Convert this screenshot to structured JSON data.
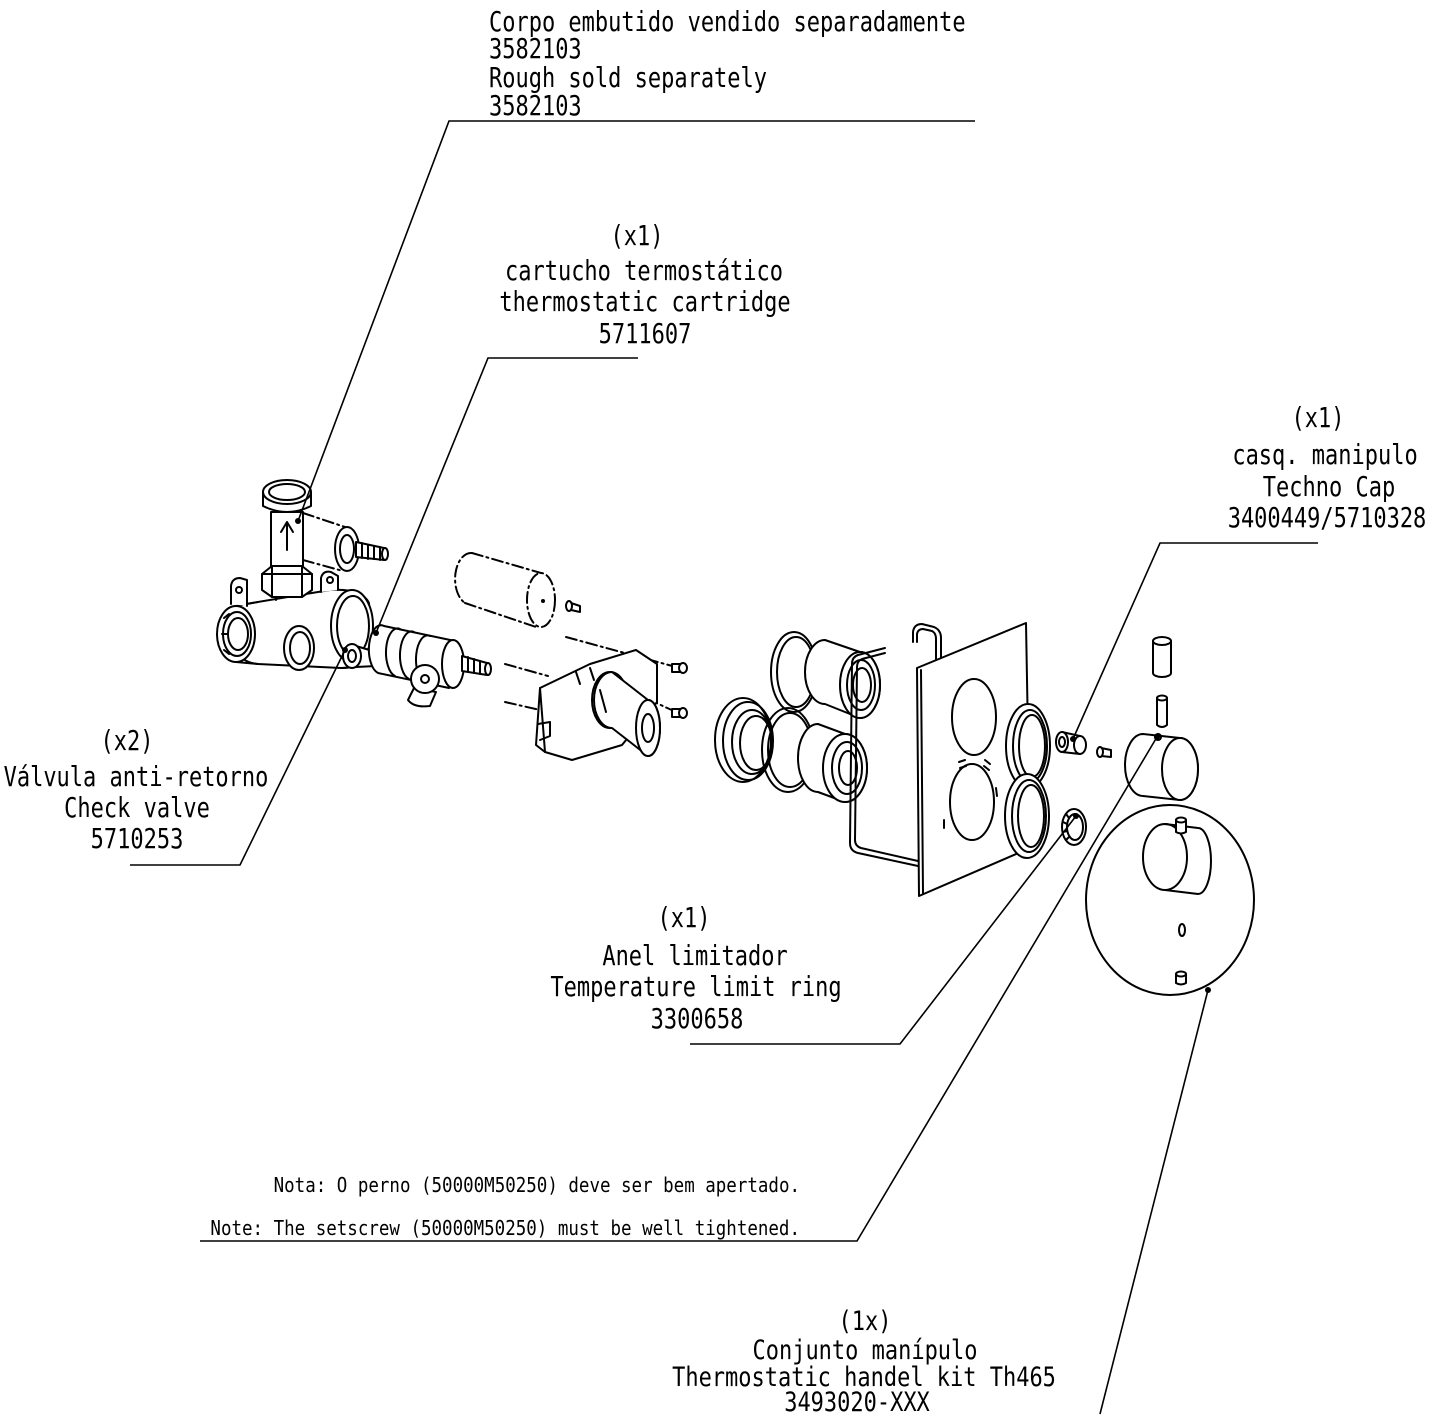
{
  "diagram": {
    "rough_body": {
      "label_pt": "Corpo embutido vendido separadamente",
      "code_1": "3582103",
      "label_en": "Rough sold separately",
      "code_2": "3582103"
    },
    "cartridge": {
      "qty": "(x1)",
      "label_pt": "cartucho termostático",
      "label_en": "thermostatic cartridge",
      "code": "5711607"
    },
    "cap": {
      "qty": "(x1)",
      "label_pt": "casq. manipulo",
      "label_en": "Techno Cap",
      "code": "3400449/5710328"
    },
    "check_valve": {
      "qty": "(x2)",
      "label_pt": "Válvula anti-retorno",
      "label_en": "Check valve",
      "code": "5710253"
    },
    "limit_ring": {
      "qty": "(x1)",
      "label_pt": "Anel limitador",
      "label_en": "Temperature limit ring",
      "code": "3300658"
    },
    "handle_kit": {
      "qty": "(1x)",
      "label_pt": "Conjunto manípulo",
      "label_en": "Thermostatic handel kit Th465",
      "code": "3493020-XXX"
    }
  },
  "notes": {
    "pt": "Nota: O perno (50000M50250) deve ser bem apertado.",
    "en": "Note: The setscrew (50000M50250) must be well tightened."
  },
  "colors": {
    "ink": "#000000",
    "paper": "#ffffff"
  }
}
